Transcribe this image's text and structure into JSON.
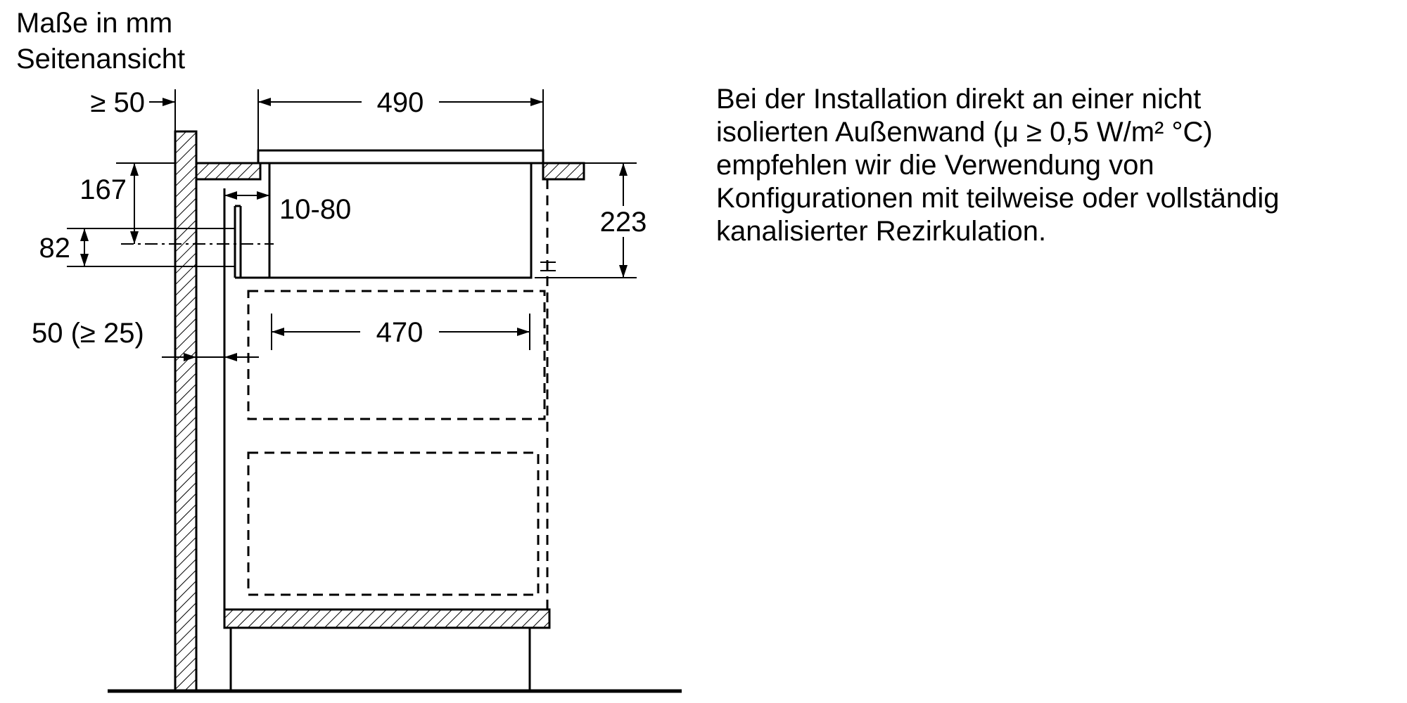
{
  "title": {
    "line1": "Maße in mm",
    "line2": "Seitenansicht"
  },
  "diagram": {
    "dimensions": {
      "wall_clearance": "≥ 50",
      "hob_width": "490",
      "worktop_to_duct_axis": "167",
      "duct_to_box": "10-80",
      "duct_height": "82",
      "box_height": "223",
      "rear_gap": "50 (≥ 25)",
      "cutout_width": "470"
    }
  },
  "note": {
    "lines": [
      "Bei der Installation direkt an einer nicht",
      "isolierten Außenwand (μ ≥ 0,5 W/m² °C)",
      "empfehlen wir die Verwendung von",
      "Konfigurationen mit teilweise oder vollständig",
      "kanalisierter Rezirkulation."
    ]
  },
  "colors": {
    "ink": "#000000",
    "paper": "#ffffff"
  }
}
